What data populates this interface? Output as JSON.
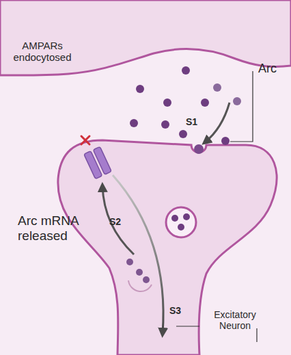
{
  "diagram": {
    "labels": [
      "AMPARs endocytosed",
      "S1",
      "Arc",
      "Arc mRNA released",
      "S2",
      "S3",
      "Excitatory Neuron"
    ]
  }
}
